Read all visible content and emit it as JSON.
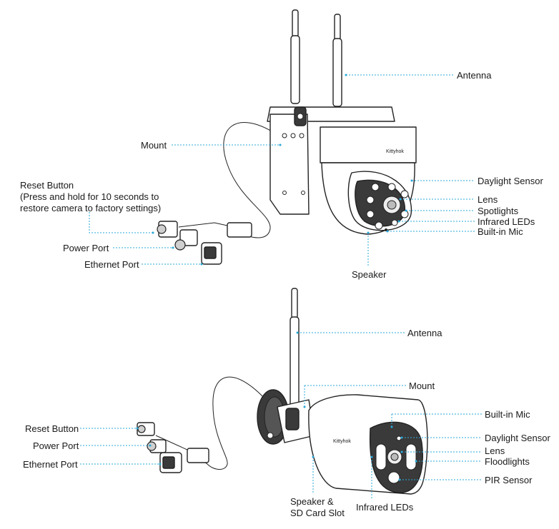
{
  "brand_text": "Kittyhok",
  "ptz_camera": {
    "labels": {
      "antenna": "Antenna",
      "mount": "Mount",
      "reset_button": "Reset Button",
      "reset_note_1": "(Press and hold for 10 seconds to",
      "reset_note_2": "restore camera to factory settings)",
      "power_port": "Power Port",
      "ethernet_port": "Ethernet Port",
      "daylight_sensor": "Daylight Sensor",
      "lens": "Lens",
      "spotlights": "Spotlights",
      "infrared_leds": "Infrared LEDs",
      "builtin_mic": "Built-in Mic",
      "speaker": "Speaker"
    }
  },
  "bullet_camera": {
    "labels": {
      "antenna": "Antenna",
      "mount": "Mount",
      "reset_button": "Reset Button",
      "power_port": "Power Port",
      "ethernet_port": "Ethernet Port",
      "builtin_mic": "Built-in Mic",
      "daylight_sensor": "Daylight Sensor",
      "lens": "Lens",
      "floodlights": "Floodlights",
      "pir_sensor": "PIR Sensor",
      "speaker_sd_1": "Speaker &",
      "speaker_sd_2": "SD Card Slot",
      "infrared_leds": "Infrared LEDs"
    }
  },
  "colors": {
    "leader_line": "#2aa8d8",
    "outline": "#222222"
  }
}
